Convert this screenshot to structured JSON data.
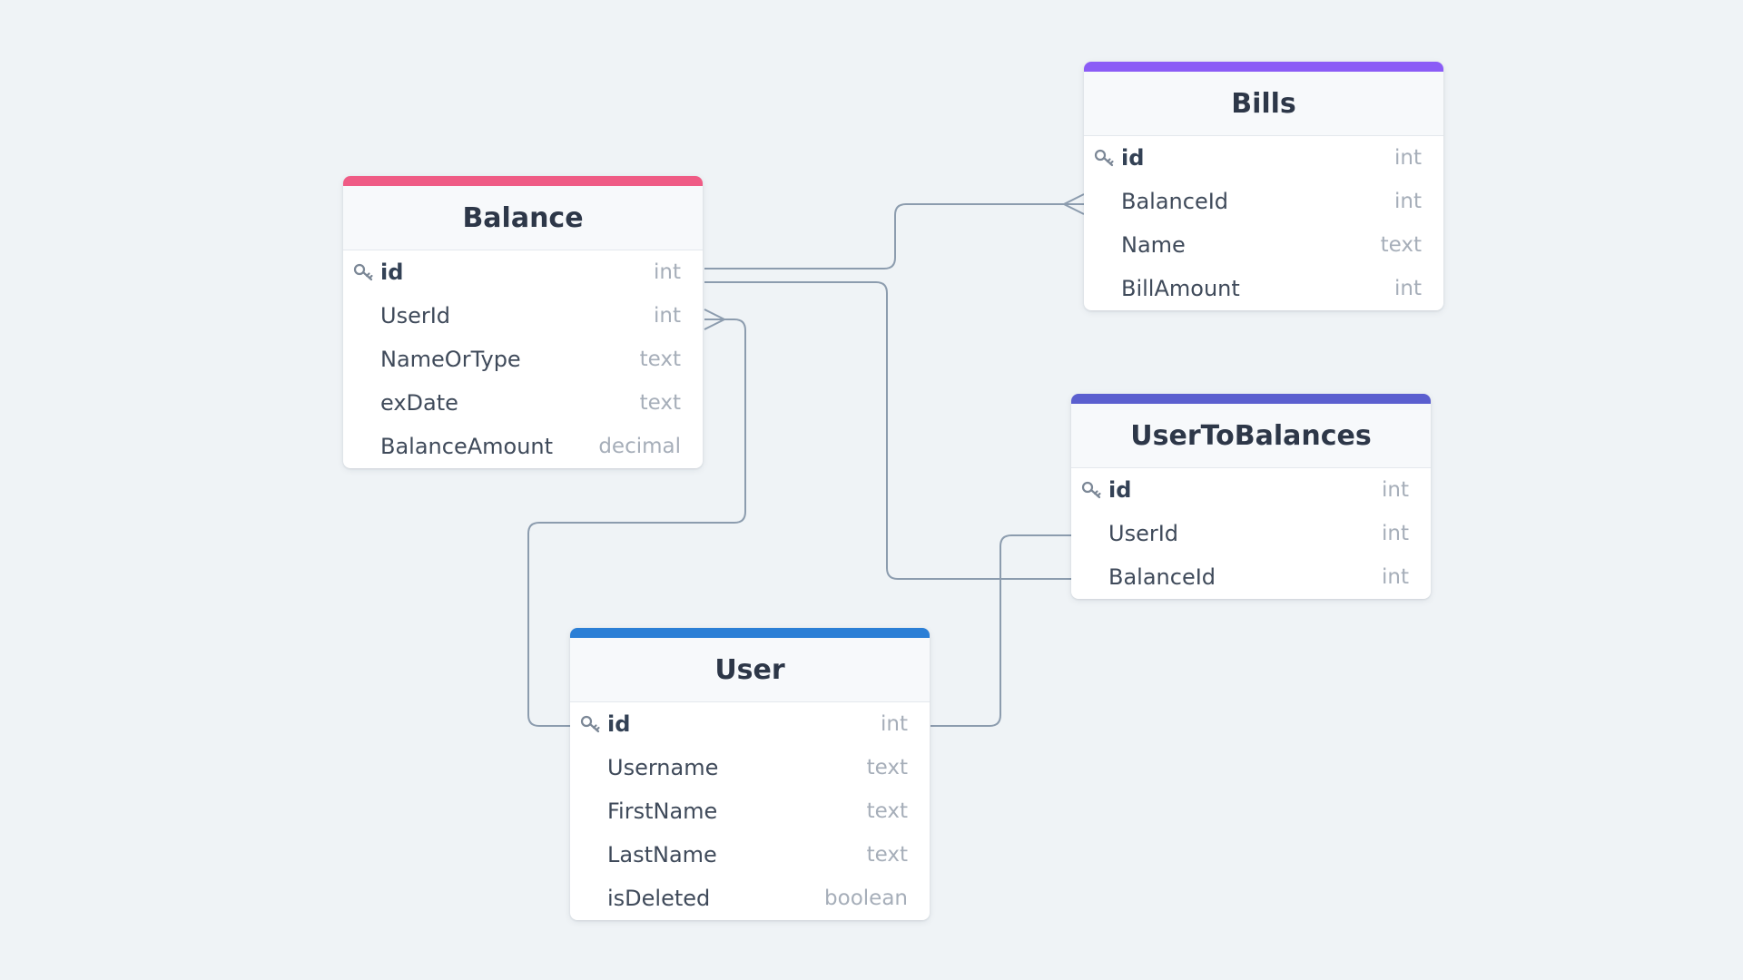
{
  "tables": {
    "balance": {
      "title": "Balance",
      "accent": "#ef5b85",
      "fields": [
        {
          "name": "id",
          "type": "int",
          "pk": true
        },
        {
          "name": "UserId",
          "type": "int"
        },
        {
          "name": "NameOrType",
          "type": "text"
        },
        {
          "name": "exDate",
          "type": "text"
        },
        {
          "name": "BalanceAmount",
          "type": "decimal"
        }
      ]
    },
    "bills": {
      "title": "Bills",
      "accent": "#8b5cf6",
      "fields": [
        {
          "name": "id",
          "type": "int",
          "pk": true
        },
        {
          "name": "BalanceId",
          "type": "int"
        },
        {
          "name": "Name",
          "type": "text"
        },
        {
          "name": "BillAmount",
          "type": "int"
        }
      ]
    },
    "usertobalances": {
      "title": "UserToBalances",
      "accent": "#5b5fcf",
      "fields": [
        {
          "name": "id",
          "type": "int",
          "pk": true
        },
        {
          "name": "UserId",
          "type": "int"
        },
        {
          "name": "BalanceId",
          "type": "int"
        }
      ]
    },
    "user": {
      "title": "User",
      "accent": "#2b7fd6",
      "fields": [
        {
          "name": "id",
          "type": "int",
          "pk": true
        },
        {
          "name": "Username",
          "type": "text"
        },
        {
          "name": "FirstName",
          "type": "text"
        },
        {
          "name": "LastName",
          "type": "text"
        },
        {
          "name": "isDeleted",
          "type": "boolean"
        }
      ]
    }
  },
  "relations": [
    {
      "from": "Balance.id",
      "to": "Bills.BalanceId",
      "cardinality": "one-to-many"
    },
    {
      "from": "Balance.id",
      "to": "UserToBalances.BalanceId",
      "cardinality": "one-to-one"
    },
    {
      "from": "User.id",
      "to": "Balance.UserId",
      "cardinality": "one-to-many"
    },
    {
      "from": "User.id",
      "to": "UserToBalances.UserId",
      "cardinality": "one-to-one"
    }
  ]
}
